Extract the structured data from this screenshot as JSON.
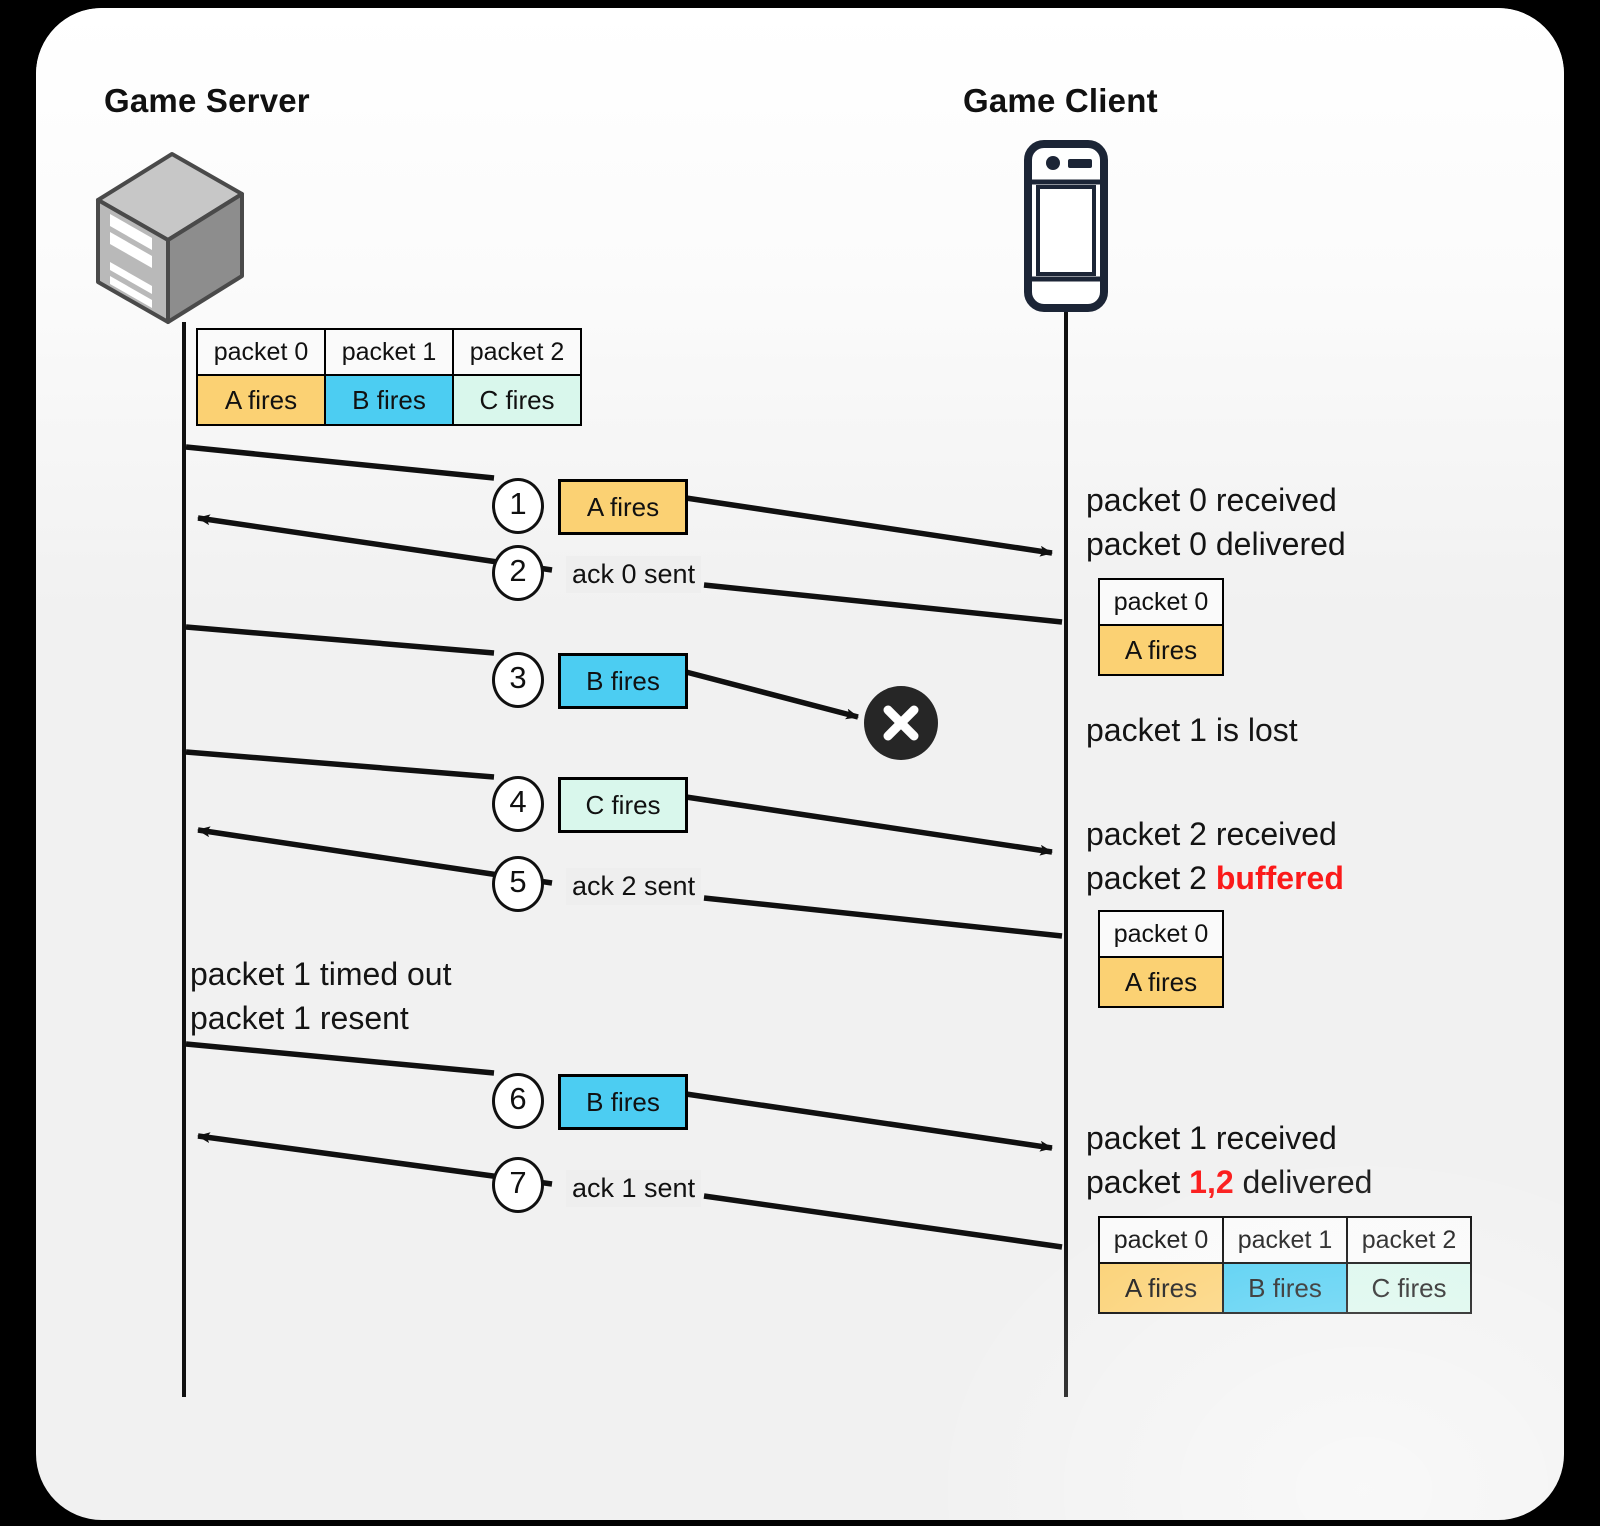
{
  "lanes": {
    "server": {
      "title": "Game Server",
      "icon": "server-icon"
    },
    "client": {
      "title": "Game Client",
      "icon": "mobile-phone-icon"
    }
  },
  "colors": {
    "packet_a": "#fbd173",
    "packet_b": "#4ccdf2",
    "packet_c": "#d9f7ec",
    "highlight": "#fb1a1a",
    "line": "#101010",
    "card_bg": "#f1f1f1",
    "lost_marker": "#262626"
  },
  "server_queue": {
    "headers": [
      "packet 0",
      "packet 1",
      "packet 2"
    ],
    "values": [
      "A fires",
      "B fires",
      "C fires"
    ]
  },
  "steps": [
    {
      "number": "1",
      "label": "A fires",
      "kind": "box",
      "color": "packet_a",
      "direction": "server-to-client"
    },
    {
      "number": "2",
      "label": "ack 0 sent",
      "kind": "text",
      "direction": "client-to-server"
    },
    {
      "number": "3",
      "label": "B fires",
      "kind": "box",
      "color": "packet_b",
      "direction": "server-to-lost"
    },
    {
      "number": "4",
      "label": "C fires",
      "kind": "box",
      "color": "packet_c",
      "direction": "server-to-client"
    },
    {
      "number": "5",
      "label": "ack 2 sent",
      "kind": "text",
      "direction": "client-to-server"
    },
    {
      "number": "6",
      "label": "B fires",
      "kind": "box",
      "color": "packet_b",
      "direction": "server-to-client"
    },
    {
      "number": "7",
      "label": "ack 1 sent",
      "kind": "text",
      "direction": "client-to-server"
    }
  ],
  "lost_marker": {
    "icon": "x-circle-icon",
    "meaning": "packet lost"
  },
  "server_notes": {
    "timeout_line_1": "packet 1 timed out",
    "timeout_line_2": "packet 1 resent"
  },
  "client_notes": {
    "note1_line1": "packet 0 received",
    "note1_line2": "packet 0 delivered",
    "note_lost": "packet 1 is lost",
    "note2_line1": "packet 2 received",
    "note2_line2_pre": "packet 2 ",
    "note2_line2_hl": "buffered",
    "note3_line1": "packet 1 received",
    "note3_line2_pre": "packet ",
    "note3_line2_hl": "1,2",
    "note3_line2_post": " delivered"
  },
  "client_buffers": [
    {
      "id": "after-packet-0",
      "headers": [
        "packet 0"
      ],
      "values": [
        "A fires"
      ],
      "value_colors": [
        "packet_a"
      ]
    },
    {
      "id": "after-packet-2-buffered",
      "headers": [
        "packet 0"
      ],
      "values": [
        "A fires"
      ],
      "value_colors": [
        "packet_a"
      ]
    },
    {
      "id": "after-packet-1-delivered",
      "headers": [
        "packet 0",
        "packet 1",
        "packet 2"
      ],
      "values": [
        "A fires",
        "B fires",
        "C fires"
      ],
      "value_colors": [
        "packet_a",
        "packet_b",
        "packet_c"
      ]
    }
  ]
}
